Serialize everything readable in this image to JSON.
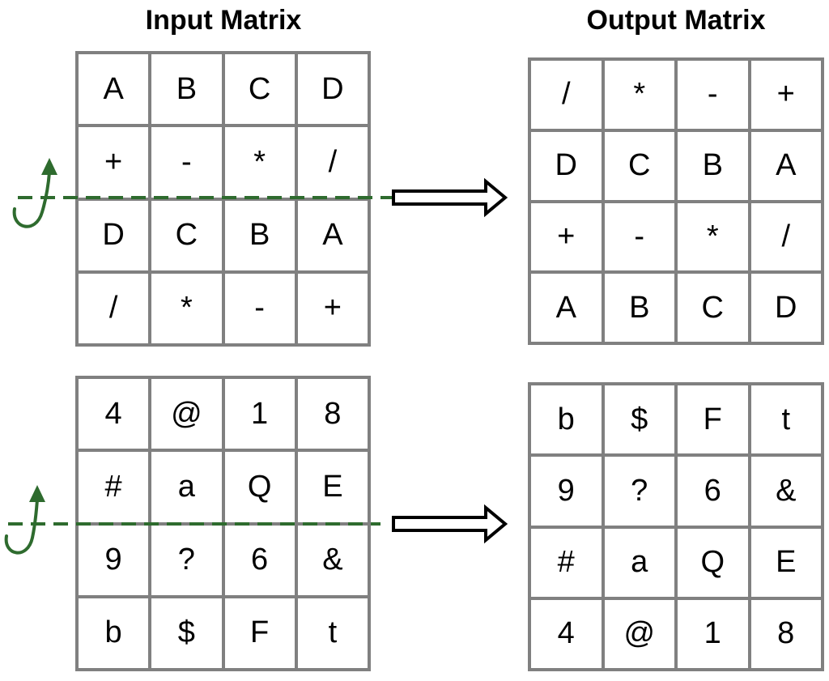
{
  "titles": {
    "input": "Input Matrix",
    "output": "Output Matrix"
  },
  "colors": {
    "grid": "#808080",
    "fold_line": "#2e6b2e",
    "text": "#000000"
  },
  "examples": [
    {
      "input": [
        [
          "A",
          "B",
          "C",
          "D"
        ],
        [
          "+",
          "-",
          "*",
          "/"
        ],
        [
          "D",
          "C",
          "B",
          "A"
        ],
        [
          "/",
          "*",
          "-",
          "+"
        ]
      ],
      "output": [
        [
          "/",
          "*",
          "-",
          "+"
        ],
        [
          "D",
          "C",
          "B",
          "A"
        ],
        [
          "+",
          "-",
          "*",
          "/"
        ],
        [
          "A",
          "B",
          "C",
          "D"
        ]
      ]
    },
    {
      "input": [
        [
          "4",
          "@",
          "1",
          "8"
        ],
        [
          "#",
          "a",
          "Q",
          "E"
        ],
        [
          "9",
          "?",
          "6",
          "&"
        ],
        [
          "b",
          "$",
          "F",
          "t"
        ]
      ],
      "output": [
        [
          "b",
          "$",
          "F",
          "t"
        ],
        [
          "9",
          "?",
          "6",
          "&"
        ],
        [
          "#",
          "a",
          "Q",
          "E"
        ],
        [
          "4",
          "@",
          "1",
          "8"
        ]
      ]
    }
  ],
  "icons": {
    "fold": "curved-flip-arrow-icon",
    "transform": "hollow-right-arrow-icon"
  }
}
